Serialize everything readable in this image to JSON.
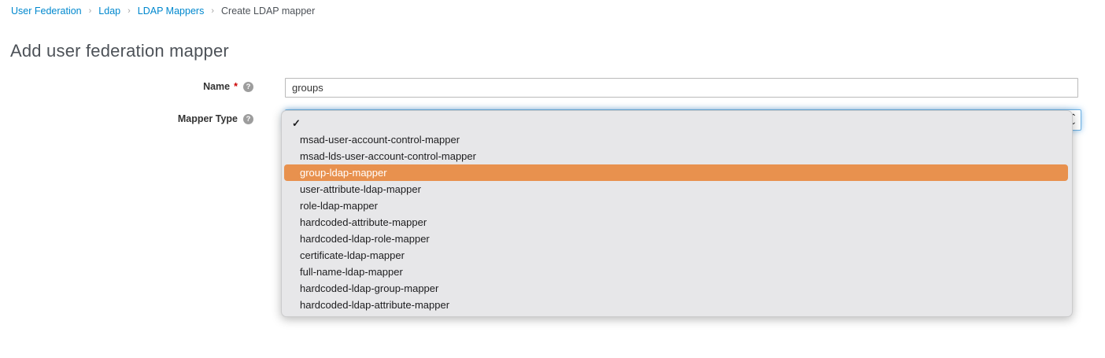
{
  "breadcrumb": {
    "separator": "›",
    "items": [
      {
        "label": "User Federation",
        "link": true
      },
      {
        "label": "Ldap",
        "link": true
      },
      {
        "label": "LDAP Mappers",
        "link": true
      },
      {
        "label": "Create LDAP mapper",
        "link": false
      }
    ]
  },
  "page": {
    "title": "Add user federation mapper"
  },
  "form": {
    "name_field": {
      "label": "Name",
      "required_marker": "*",
      "help_icon": "?",
      "value": "groups"
    },
    "mapper_type_field": {
      "label": "Mapper Type",
      "help_icon": "?"
    }
  },
  "dropdown": {
    "selected_checkmark": "✓",
    "options": [
      {
        "label": "msad-user-account-control-mapper",
        "highlighted": false
      },
      {
        "label": "msad-lds-user-account-control-mapper",
        "highlighted": false
      },
      {
        "label": "group-ldap-mapper",
        "highlighted": true
      },
      {
        "label": "user-attribute-ldap-mapper",
        "highlighted": false
      },
      {
        "label": "role-ldap-mapper",
        "highlighted": false
      },
      {
        "label": "hardcoded-attribute-mapper",
        "highlighted": false
      },
      {
        "label": "hardcoded-ldap-role-mapper",
        "highlighted": false
      },
      {
        "label": "certificate-ldap-mapper",
        "highlighted": false
      },
      {
        "label": "full-name-ldap-mapper",
        "highlighted": false
      },
      {
        "label": "hardcoded-ldap-group-mapper",
        "highlighted": false
      },
      {
        "label": "hardcoded-ldap-attribute-mapper",
        "highlighted": false
      }
    ]
  },
  "colors": {
    "link_blue": "#0088ce",
    "highlight_orange": "#e8914e",
    "menu_bg": "#e7e7e9",
    "focus_blue": "#6cb0e2"
  }
}
